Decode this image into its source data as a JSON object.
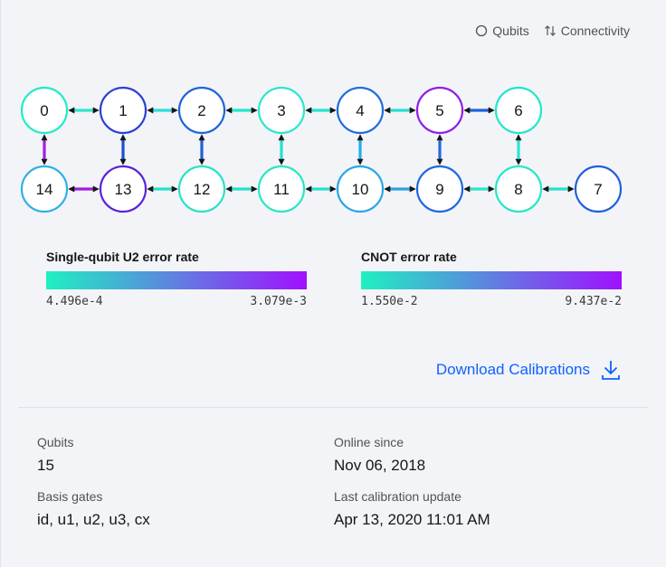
{
  "toolbar": {
    "qubits_label": "Qubits",
    "connectivity_label": "Connectivity"
  },
  "topology": {
    "qubits": [
      {
        "id": "0",
        "color": "#20ecc6"
      },
      {
        "id": "1",
        "color": "#2b3fd8"
      },
      {
        "id": "2",
        "color": "#1f63dc"
      },
      {
        "id": "3",
        "color": "#2ae8cc"
      },
      {
        "id": "4",
        "color": "#1f6ddc"
      },
      {
        "id": "5",
        "color": "#8f1ee6"
      },
      {
        "id": "6",
        "color": "#22e6ca"
      },
      {
        "id": "14",
        "color": "#2fb1e4"
      },
      {
        "id": "13",
        "color": "#5a22dc"
      },
      {
        "id": "12",
        "color": "#28e2c8"
      },
      {
        "id": "11",
        "color": "#2ae6c6"
      },
      {
        "id": "10",
        "color": "#2aa6e6"
      },
      {
        "id": "9",
        "color": "#1f67e0"
      },
      {
        "id": "8",
        "color": "#22e8c8"
      },
      {
        "id": "7",
        "color": "#1f5fe0"
      }
    ],
    "couplers": [
      {
        "a": "0",
        "b": "1",
        "color": "#2ee6d0"
      },
      {
        "a": "1",
        "b": "2",
        "color": "#2edcd8"
      },
      {
        "a": "2",
        "b": "3",
        "color": "#22e8c6"
      },
      {
        "a": "3",
        "b": "4",
        "color": "#25e4cc"
      },
      {
        "a": "4",
        "b": "5",
        "color": "#28ddd2"
      },
      {
        "a": "5",
        "b": "6",
        "color": "#1f62d8"
      },
      {
        "a": "14",
        "b": "13",
        "color": "#9b1ee0"
      },
      {
        "a": "13",
        "b": "12",
        "color": "#25e0cc"
      },
      {
        "a": "12",
        "b": "11",
        "color": "#25e0cc"
      },
      {
        "a": "11",
        "b": "10",
        "color": "#25e0cc"
      },
      {
        "a": "10",
        "b": "9",
        "color": "#2aa2e6"
      },
      {
        "a": "9",
        "b": "8",
        "color": "#2ae6cc"
      },
      {
        "a": "8",
        "b": "7",
        "color": "#25e0cc"
      },
      {
        "a": "0",
        "b": "14",
        "color": "#a21ee2"
      },
      {
        "a": "1",
        "b": "13",
        "color": "#1f4fd0"
      },
      {
        "a": "2",
        "b": "12",
        "color": "#1f5fd8"
      },
      {
        "a": "3",
        "b": "11",
        "color": "#25e0cc"
      },
      {
        "a": "4",
        "b": "10",
        "color": "#25aee6"
      },
      {
        "a": "5",
        "b": "9",
        "color": "#1f6bdc"
      },
      {
        "a": "6",
        "b": "8",
        "color": "#2ae6cc"
      }
    ]
  },
  "legend_u2": {
    "title": "Single-qubit U2 error rate",
    "min": "4.496e-4",
    "max": "3.079e-3",
    "color_start": "#1ff0c2",
    "color_end": "#a010ff"
  },
  "legend_cnot": {
    "title": "CNOT error rate",
    "min": "1.550e-2",
    "max": "9.437e-2",
    "color_start": "#1ff0c2",
    "color_end": "#a010ff"
  },
  "download": {
    "label": "Download Calibrations"
  },
  "info": {
    "qubits_label": "Qubits",
    "qubits_value": "15",
    "basis_label": "Basis gates",
    "basis_value": "id, u1, u2, u3, cx",
    "online_label": "Online since",
    "online_value": "Nov 06, 2018",
    "calibration_label": "Last calibration update",
    "calibration_value": "Apr 13, 2020 11:01 AM"
  }
}
